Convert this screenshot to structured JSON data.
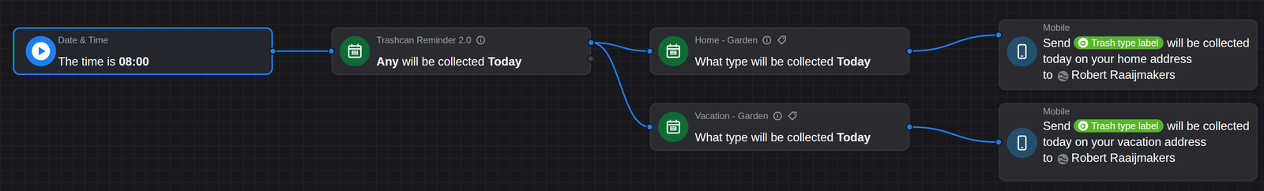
{
  "diagram": {
    "nodes": [
      {
        "text": [
          "Date & Time",
          "The time is",
          "08:00"
        ]
      },
      {
        "text": [
          "Trashcan Reminder 2.0",
          "Any",
          "will be collected",
          "Today"
        ]
      },
      {
        "text": [
          "Home - Garden",
          "What type will be collected",
          "Today"
        ]
      },
      {
        "text": [
          "Vacation - Garden",
          "What type will be collected",
          "Today"
        ]
      },
      {
        "text": [
          "Mobile",
          "Send",
          "Trash type label",
          "will be collected today on your home address to",
          "Robert Raaijmakers"
        ]
      },
      {
        "text": [
          "Mobile",
          "Send",
          "Trash type label",
          "will be collected today on your vacation address to",
          "Robert Raaijmakers"
        ]
      }
    ],
    "edges": [
      {
        "from": 0,
        "to": 1,
        "arrow": "none"
      },
      {
        "from": 1,
        "to": 2,
        "arrow": "none"
      },
      {
        "from": 1,
        "to": 3,
        "arrow": "none"
      },
      {
        "from": 2,
        "to": 4,
        "arrow": "none"
      },
      {
        "from": 3,
        "to": 5,
        "arrow": "none"
      }
    ]
  }
}
